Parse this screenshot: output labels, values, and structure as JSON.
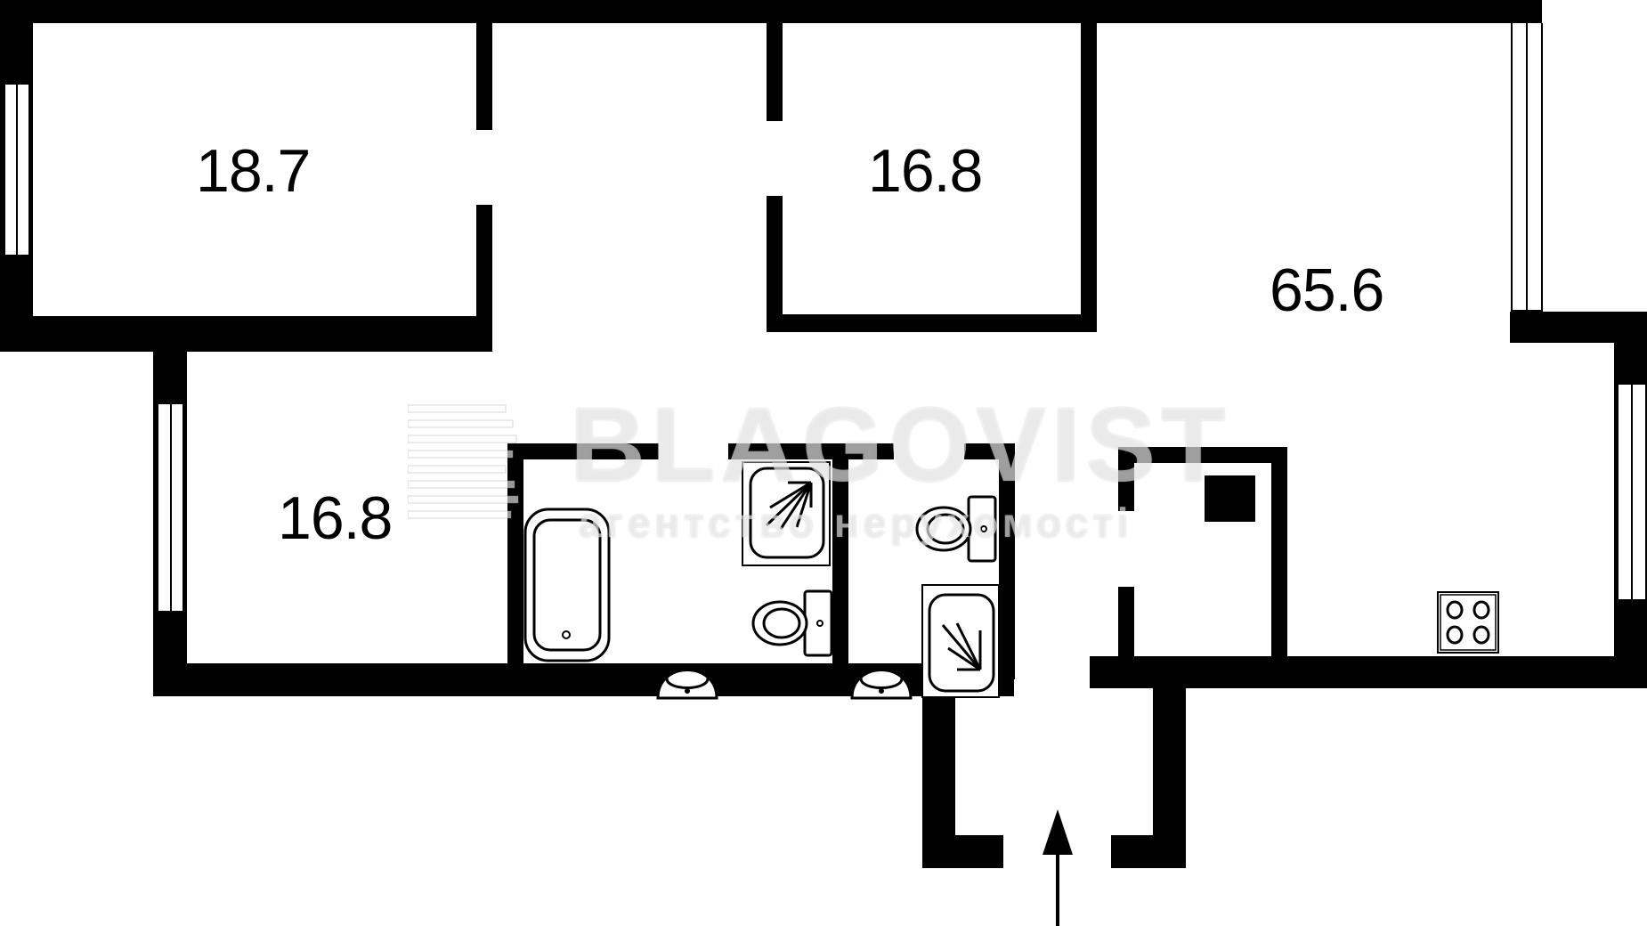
{
  "plan": {
    "type": "apartment floor plan",
    "units": "m²",
    "rooms": [
      {
        "id": "room-top-left",
        "label": "18.7"
      },
      {
        "id": "room-top-middle",
        "label": "16.8"
      },
      {
        "id": "room-lower-left",
        "label": "16.8"
      },
      {
        "id": "living-kitchen",
        "label": "65.6"
      }
    ],
    "entrance_arrow": "entrance-arrow",
    "fixtures": [
      "bathtub",
      "sink",
      "toilet",
      "shower",
      "toilet",
      "sink",
      "shower",
      "stove",
      "ventilation-shaft"
    ]
  },
  "watermark": {
    "brand": "BLAGOVIST",
    "tagline": "агентство нерухомості"
  },
  "colors": {
    "wall": "#000000",
    "background": "#ffffff"
  }
}
